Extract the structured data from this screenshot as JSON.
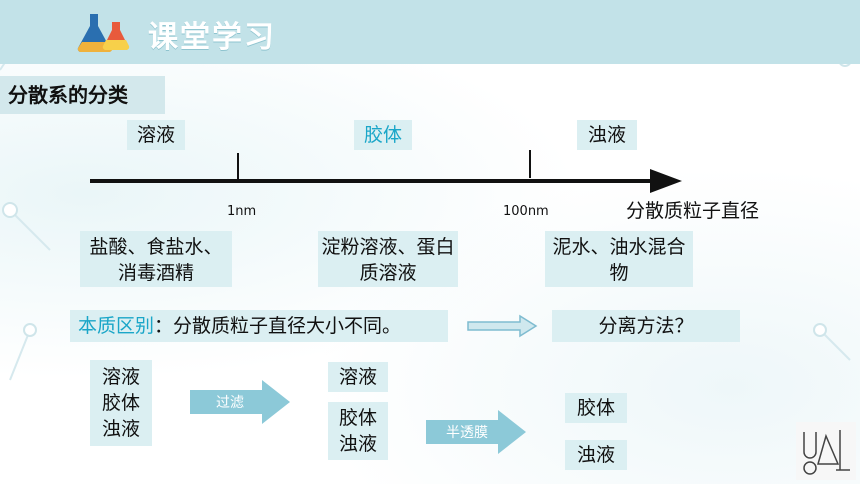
{
  "header": {
    "title": "课堂学习",
    "icon": "flask-icon"
  },
  "section": {
    "title": "分散系的分类"
  },
  "axis": {
    "top_labels": [
      "溶液",
      "胶体",
      "浊液"
    ],
    "tick1": "1nm",
    "tick2": "100nm",
    "axis_label": "分散质粒子直径"
  },
  "examples": {
    "solution": "盐酸、食盐水、消毒酒精",
    "colloid": "淀粉溶液、蛋白质溶液",
    "suspension": "泥水、油水混合物"
  },
  "essence": {
    "label": "本质区别",
    "text": "：分散质粒子直径大小不同。",
    "separation": "分离方法？"
  },
  "flow": {
    "start_items": [
      "溶液",
      "胶体",
      "浊液"
    ],
    "filter_label": "过滤",
    "after_filter_top": "溶液",
    "after_filter_bottom": [
      "胶体",
      "浊液"
    ],
    "membrane_label": "半透膜",
    "after_membrane_top": "胶体",
    "after_membrane_bottom": "浊液"
  },
  "colors": {
    "accent": "#1aa6c8",
    "box": "#dbeff2",
    "header": "#c2e2e8",
    "arrow": "#8cc9d8"
  }
}
